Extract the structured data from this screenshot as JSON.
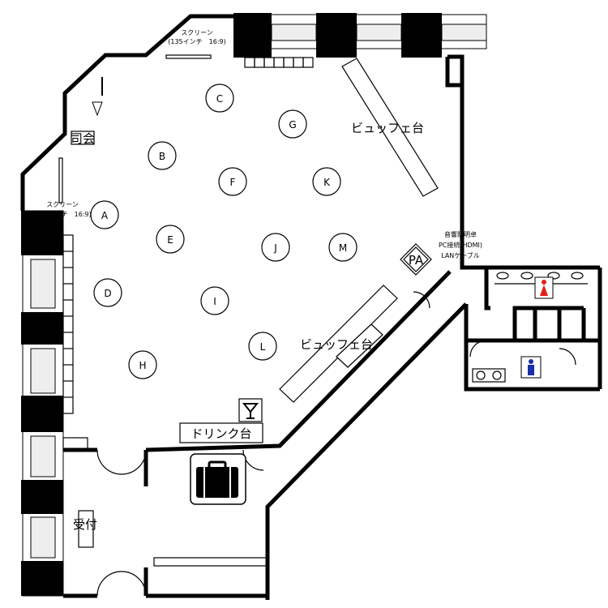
{
  "tables": [
    "A",
    "B",
    "C",
    "D",
    "E",
    "F",
    "G",
    "H",
    "I",
    "J",
    "K",
    "L",
    "M"
  ],
  "labels": {
    "screen_top_line1": "スクリーン",
    "screen_top_line2": "(135インチ　16:9)",
    "screen_left_line1": "スクリーン",
    "screen_left_line2": "(135インチ　16:9)",
    "mc": "司会",
    "buffet_top": "ビュッフェ台",
    "buffet_bottom": "ビュッフェ台",
    "drink": "ドリンク台",
    "reception": "受付",
    "pa": "PA",
    "av_line1": "音響照明卓",
    "av_line2": "PC接続(HDMI)",
    "av_line3": "LANケーブル"
  },
  "colors": {
    "female": "#e0201c",
    "male": "#1a2fa8"
  }
}
